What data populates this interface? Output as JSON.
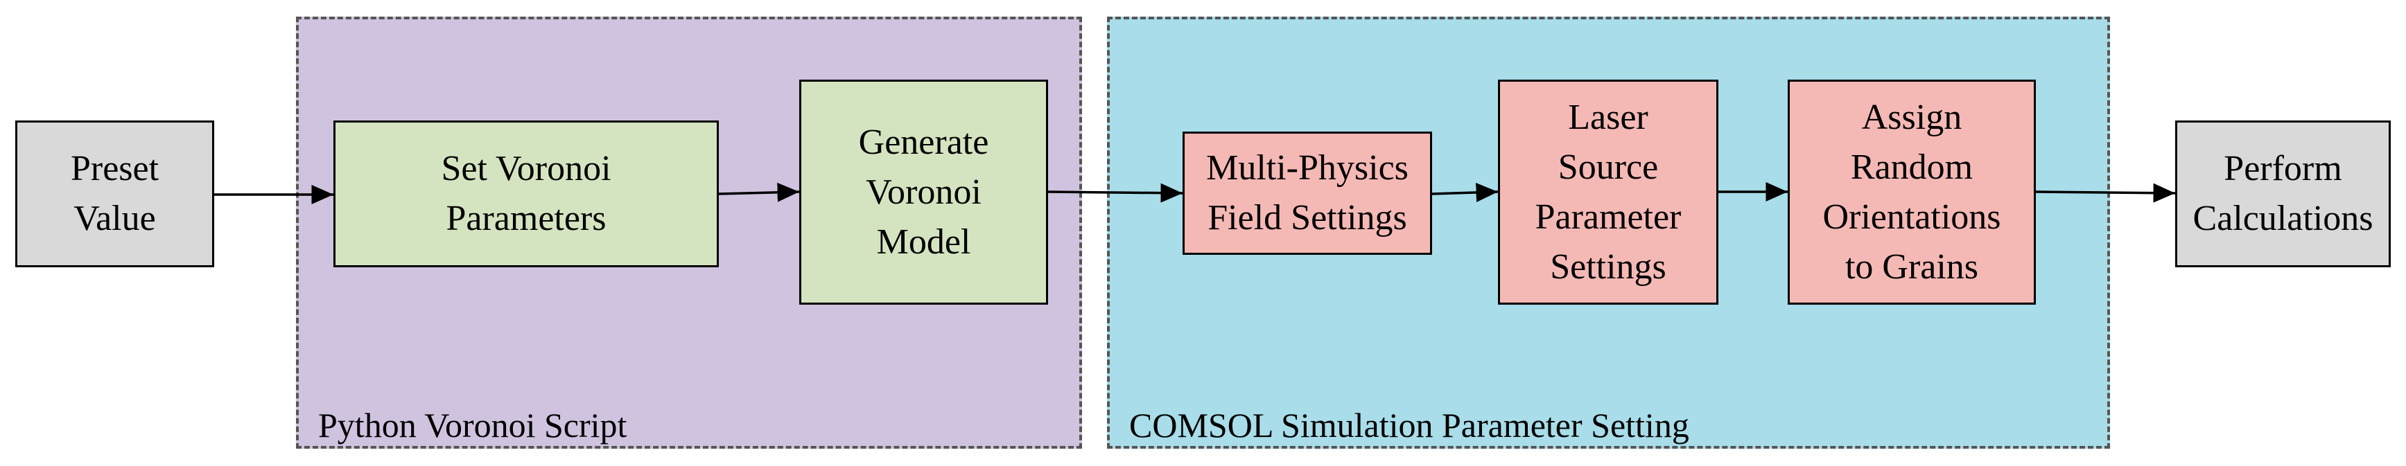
{
  "colors": {
    "python_region": "#d0c3df",
    "comsol_region": "#a8dde9",
    "grey_box": "#d9d9d9",
    "green_box": "#d5e4c0",
    "pink_box": "#f4b9b5",
    "arrow": "#000000"
  },
  "regions": {
    "python": {
      "label": "Python Voronoi Script"
    },
    "comsol": {
      "label": "COMSOL Simulation Parameter Setting"
    }
  },
  "steps": {
    "preset": {
      "label": "Preset\nValue"
    },
    "set_voronoi": {
      "label": "Set Voronoi\nParameters"
    },
    "generate_voronoi": {
      "label": "Generate\nVoronoi\nModel"
    },
    "multiphysics": {
      "label": "Multi-Physics\nField Settings"
    },
    "laser": {
      "label": "Laser\nSource\nParameter\nSettings"
    },
    "assign": {
      "label": "Assign\nRandom\nOrientations\nto Grains"
    },
    "perform": {
      "label": "Perform\nCalculations"
    }
  },
  "flow": [
    [
      "preset",
      "set_voronoi"
    ],
    [
      "set_voronoi",
      "generate_voronoi"
    ],
    [
      "generate_voronoi",
      "multiphysics"
    ],
    [
      "multiphysics",
      "laser"
    ],
    [
      "laser",
      "assign"
    ],
    [
      "assign",
      "perform"
    ]
  ]
}
